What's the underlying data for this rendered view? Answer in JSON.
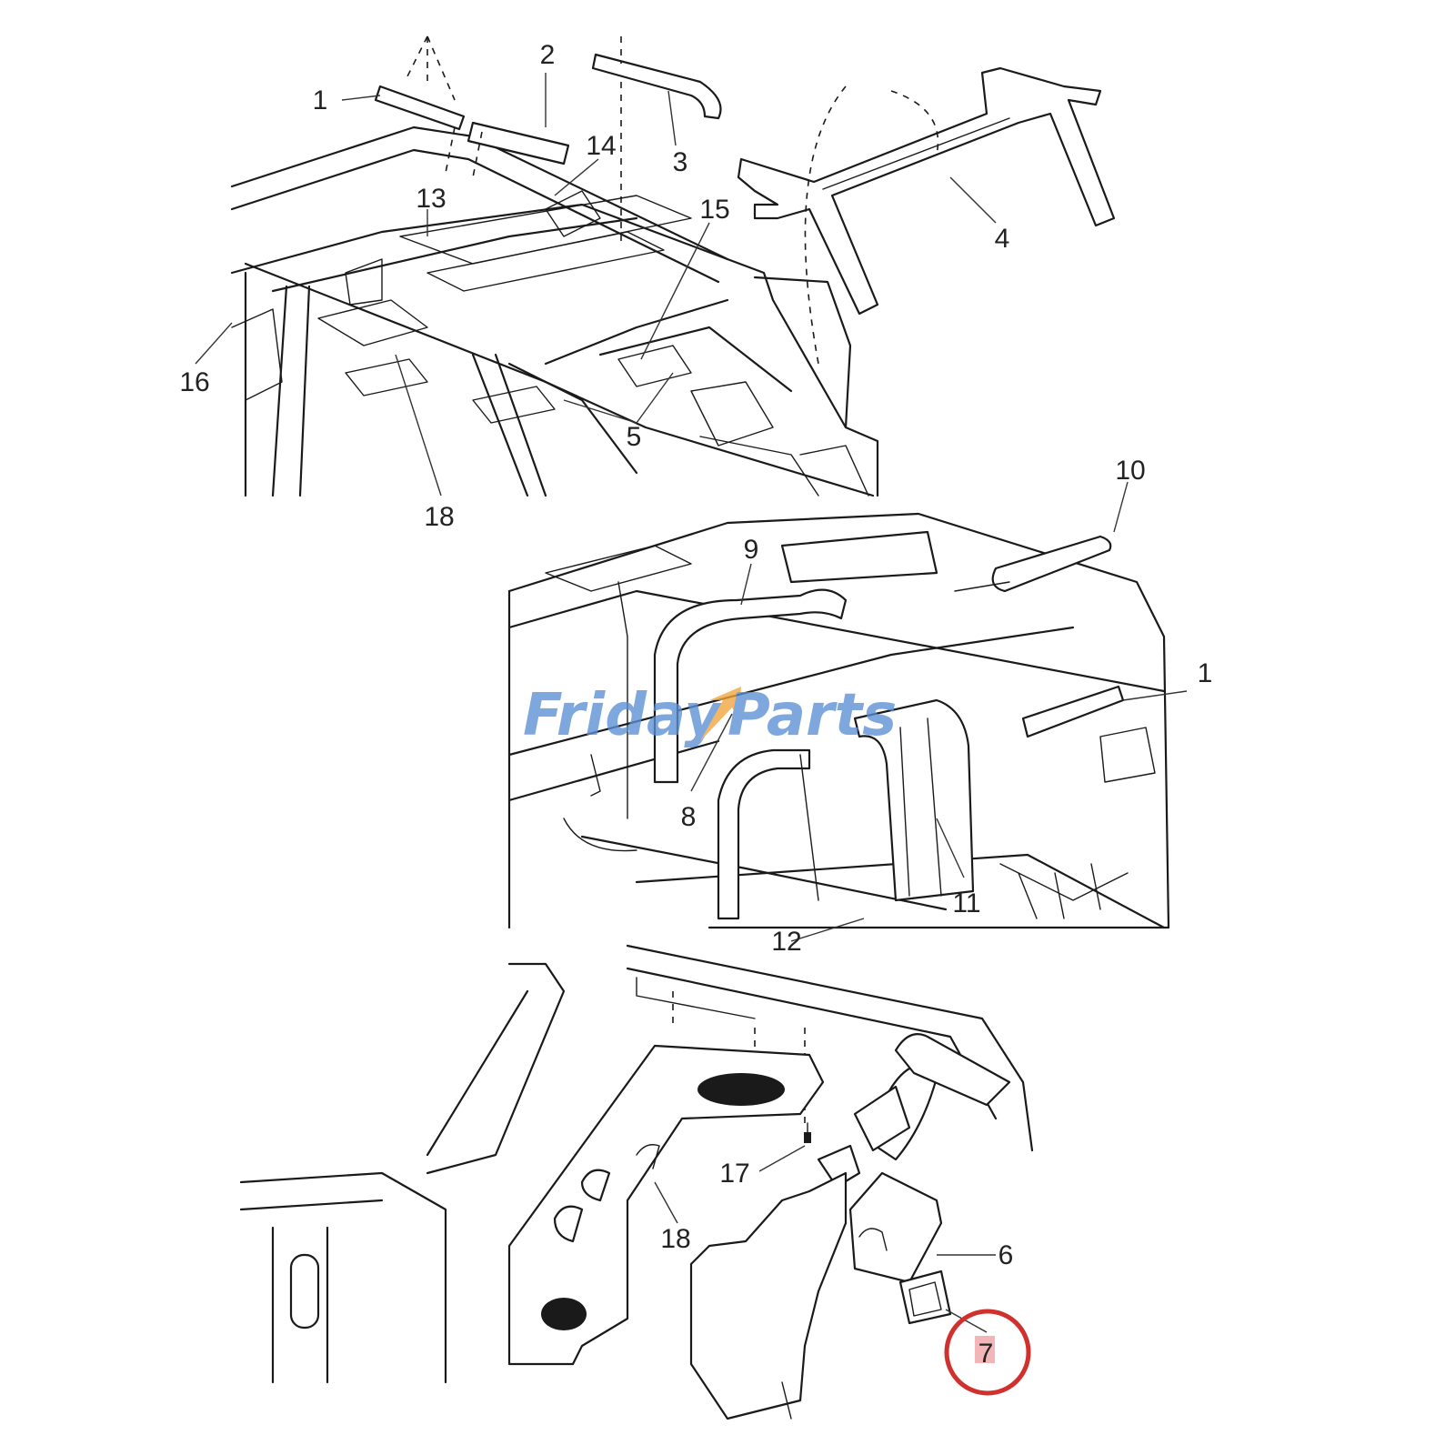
{
  "callouts": {
    "c1a": "1",
    "c2": "2",
    "c3": "3",
    "c4": "4",
    "c5": "5",
    "c13": "13",
    "c14": "14",
    "c15": "15",
    "c16": "16",
    "c18a": "18",
    "c10": "10",
    "c9": "9",
    "c1b": "1",
    "c8": "8",
    "c11": "11",
    "c12": "12",
    "c17": "17",
    "c18b": "18",
    "c6": "6",
    "c7": "7"
  },
  "watermark": {
    "text_a": "Friday",
    "text_b": "Parts",
    "color": "#5b8fd6",
    "accent": "#f2a33a"
  },
  "highlight": {
    "color": "#d0312d",
    "fill": "#f2b6b8"
  }
}
